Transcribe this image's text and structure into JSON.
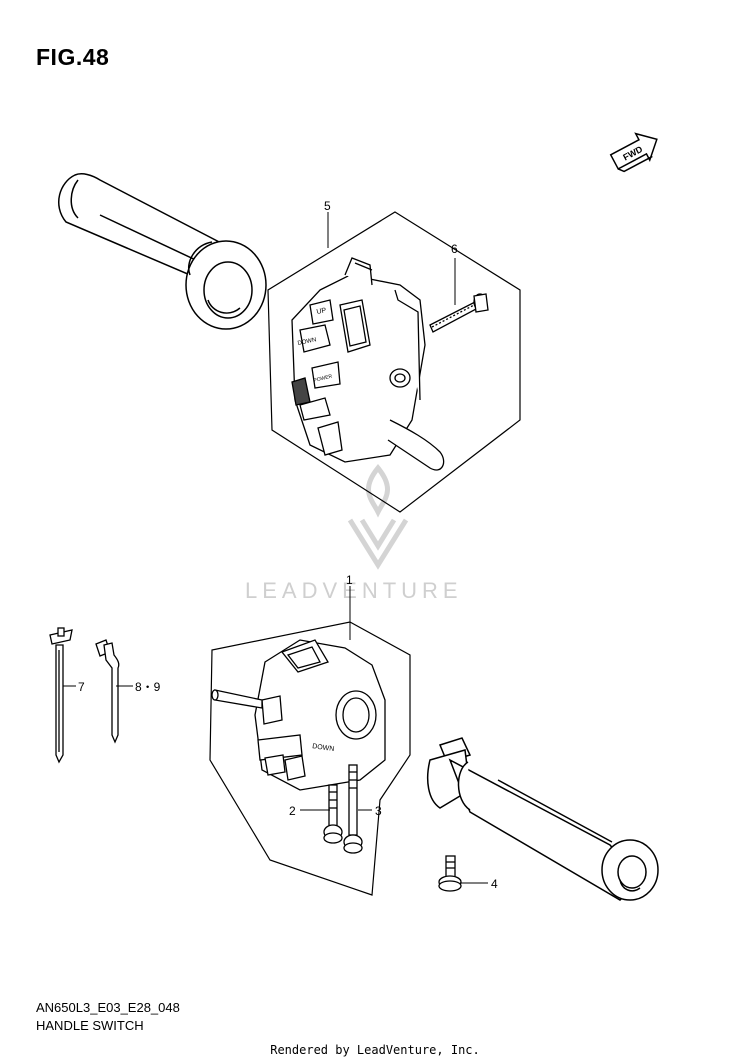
{
  "figure": {
    "title": "FIG.48",
    "model_code": "AN650L3_E03_E28_048",
    "name": "HANDLE SWITCH",
    "footer": "Rendered by LeadVenture, Inc.",
    "watermark": "LEADVENTURE",
    "fwd_label": "FWD"
  },
  "callouts": [
    {
      "id": "1",
      "label": "1"
    },
    {
      "id": "2",
      "label": "2"
    },
    {
      "id": "3",
      "label": "3"
    },
    {
      "id": "4",
      "label": "4"
    },
    {
      "id": "5",
      "label": "5"
    },
    {
      "id": "6",
      "label": "6"
    },
    {
      "id": "7",
      "label": "7"
    },
    {
      "id": "89",
      "label": "8・9"
    }
  ],
  "switch_labels": {
    "up": "UP",
    "down": "DOWN",
    "power": "POWER",
    "down_right": "DOWN"
  },
  "colors": {
    "line": "#000000",
    "watermark": "#d0d0d0",
    "background": "#ffffff"
  }
}
